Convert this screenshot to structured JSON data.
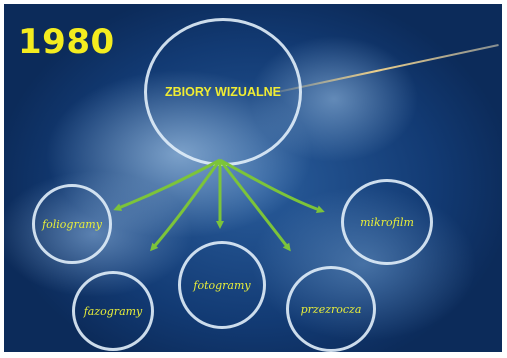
{
  "year": "1980",
  "center": {
    "label": "ZBIORY WIZUALNE"
  },
  "nodes": [
    {
      "id": "c1",
      "label": "foliogramy"
    },
    {
      "id": "c2",
      "label": "fazogramy"
    },
    {
      "id": "c3",
      "label": "fotogramy"
    },
    {
      "id": "c4",
      "label": "przezrocza"
    },
    {
      "id": "c5",
      "label": "mikrofilm"
    }
  ],
  "colors": {
    "arrow": "#7cc43a",
    "title": "#f4ec1f",
    "node_text": "#e8ee3a",
    "circle_border": "#e1eefa"
  }
}
